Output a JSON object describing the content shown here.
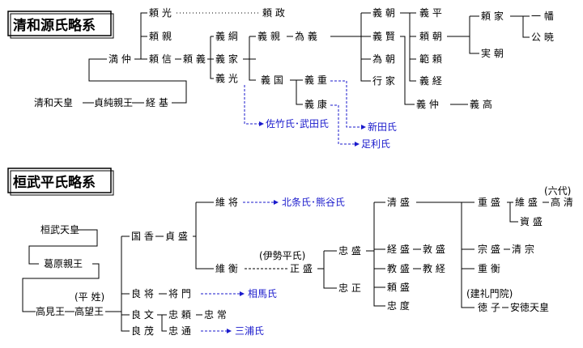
{
  "titles": {
    "seiwa": "清和源氏略系",
    "kanmu": "桓武平氏略系"
  },
  "seiwa": {
    "tenno": "清和天皇",
    "sadazumi": "貞純親王",
    "tsunemoto": "経 基",
    "mitsunaka": "満 仲",
    "yorimitsu": "頼 光",
    "yorimasa": "頼 政",
    "yorichika": "頼 親",
    "yorinobu": "頼 信",
    "yoriyoshi": "頼 義",
    "yoshitsuna": "義 綱",
    "yoshiie": "義 家",
    "yoshimitsu": "義 光",
    "yoshichika": "義 親",
    "tameyoshi": "為 義",
    "yoshikuni": "義 国",
    "yoshishige": "義 重",
    "yoshiyasu": "義 康",
    "yoshitomo": "義 朝",
    "yoshikata": "義 賢",
    "tametomo": "為 朝",
    "yukiie": "行 家",
    "yoshihira": "義 平",
    "yoritomo": "頼 朝",
    "noriyori": "範 頼",
    "yoshitsune": "義 経",
    "yoshinaka": "義 仲",
    "yoshitaka": "義 高",
    "yoriie": "頼 家",
    "sanetomo": "実 朝",
    "ichiman": "一 幡",
    "kugyo": "公 暁",
    "satake": "佐竹氏･武田氏",
    "nitta": "新田氏",
    "ashikaga": "足利氏"
  },
  "kanmu": {
    "tenno": "桓武天皇",
    "kazurahara": "葛原親王",
    "takami": "高見王",
    "takamochi": "高望王",
    "taira_sei": "(平 姓)",
    "kunika": "国 香",
    "sadamori": "貞 盛",
    "koremochi": "維 将",
    "hojo": "北条氏･熊谷氏",
    "korehira": "維 衡",
    "ise_heishi": "(伊勢平氏)",
    "masamori": "正 盛",
    "tadamori": "忠 盛",
    "tadamasa": "忠 正",
    "kiyomori": "清 盛",
    "tsunemori": "経 盛",
    "atsumori": "敦 盛",
    "norimori": "教 盛",
    "noritsune": "教 経",
    "yorimori": "頼 盛",
    "tadanori": "忠 度",
    "shigemori": "重 盛",
    "koremori": "維 盛",
    "takakiyo": "高 清",
    "rokudai": "(六代)",
    "sukemori": "資 盛",
    "munemori": "宗 盛",
    "kiyomune": "清 宗",
    "shigehira": "重 衡",
    "kenreimonin": "(建礼門院)",
    "tokuko": "徳 子",
    "antoku": "安徳天皇",
    "yoshimochi": "良 将",
    "masakado": "将 門",
    "soma": "相馬氏",
    "yoshifumi": "良 文",
    "tadayori": "忠 頼",
    "tadatsune": "忠 常",
    "yoshishige": "良 茂",
    "tadamichi": "忠 通",
    "miura": "三浦氏"
  }
}
